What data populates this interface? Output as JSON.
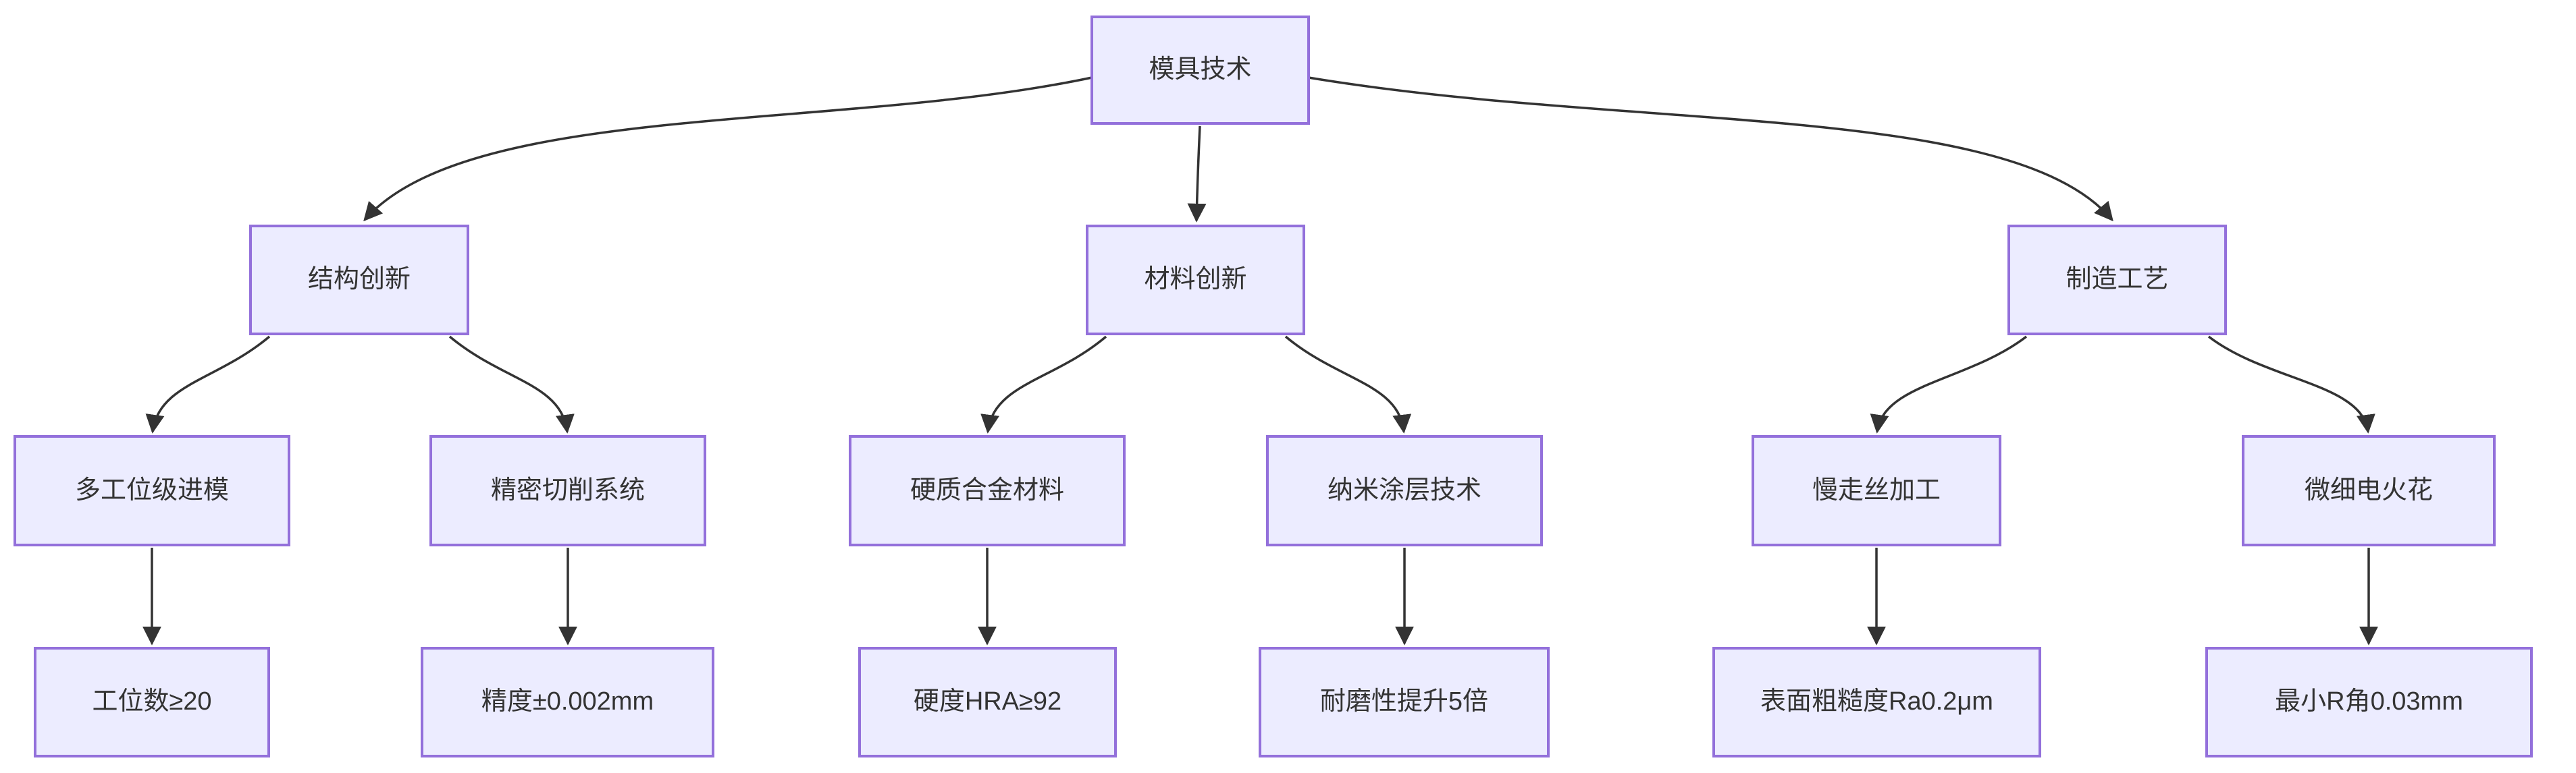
{
  "diagram": {
    "type": "flowchart",
    "direction": "top-down",
    "title": "模具技术",
    "colors": {
      "node_fill": "#ECECFF",
      "node_border": "#9370DB",
      "edge": "#333333",
      "text": "#333333",
      "background": "#FFFFFF"
    },
    "nodes": {
      "root": "模具技术",
      "structure": "结构创新",
      "material": "材料创新",
      "process": "制造工艺",
      "multi_station": "多工位级进模",
      "precision_cutting": "精密切削系统",
      "carbide": "硬质合金材料",
      "nano_coating": "纳米涂层技术",
      "wire_edm": "慢走丝加工",
      "micro_edm": "微细电火花",
      "stations_metric": "工位数≥20",
      "accuracy_metric": "精度±0.002mm",
      "hardness_metric": "硬度HRA≥92",
      "wear_metric": "耐磨性提升5倍",
      "roughness_metric": "表面粗糙度Ra0.2μm",
      "radius_metric": "最小R角0.03mm"
    },
    "edges": [
      {
        "from": "模具技术",
        "to": "结构创新"
      },
      {
        "from": "模具技术",
        "to": "材料创新"
      },
      {
        "from": "模具技术",
        "to": "制造工艺"
      },
      {
        "from": "结构创新",
        "to": "多工位级进模"
      },
      {
        "from": "结构创新",
        "to": "精密切削系统"
      },
      {
        "from": "材料创新",
        "to": "硬质合金材料"
      },
      {
        "from": "材料创新",
        "to": "纳米涂层技术"
      },
      {
        "from": "制造工艺",
        "to": "慢走丝加工"
      },
      {
        "from": "制造工艺",
        "to": "微细电火花"
      },
      {
        "from": "多工位级进模",
        "to": "工位数≥20"
      },
      {
        "from": "精密切削系统",
        "to": "精度±0.002mm"
      },
      {
        "from": "硬质合金材料",
        "to": "硬度HRA≥92"
      },
      {
        "from": "纳米涂层技术",
        "to": "耐磨性提升5倍"
      },
      {
        "from": "慢走丝加工",
        "to": "表面粗糙度Ra0.2μm"
      },
      {
        "from": "微细电火花",
        "to": "最小R角0.03mm"
      }
    ]
  }
}
